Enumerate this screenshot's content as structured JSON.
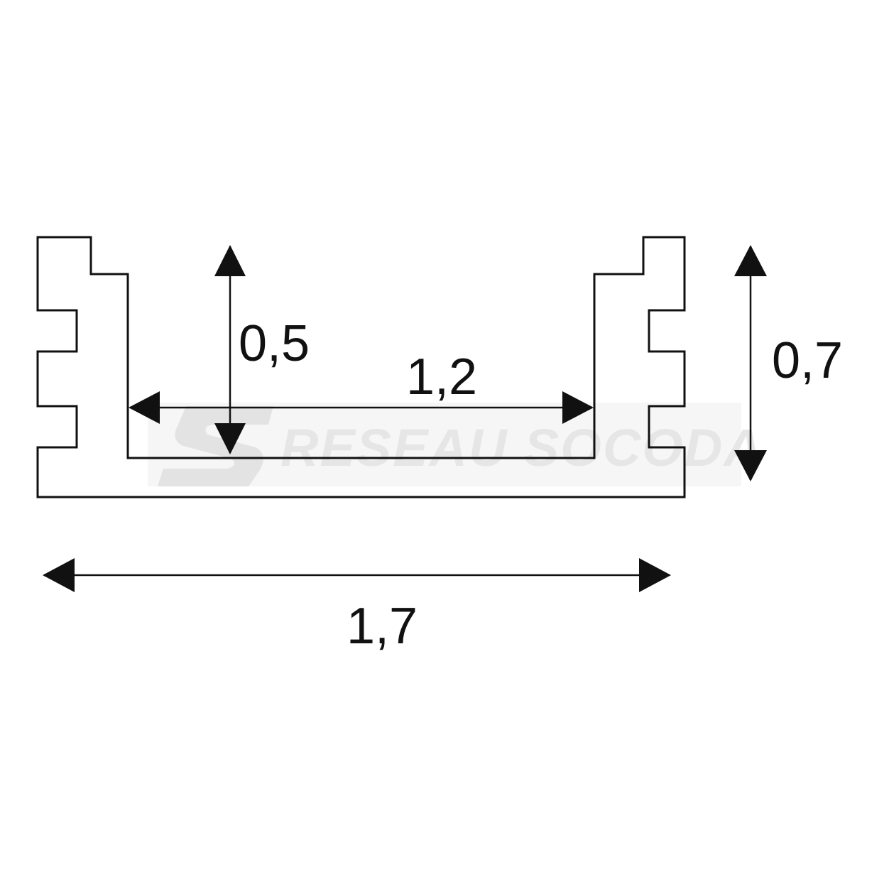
{
  "drawing": {
    "stroke_color": "#111111",
    "watermark_color": "#e6e6e6",
    "dimensions": {
      "inner_depth": "0,5",
      "inner_width": "1,2",
      "outer_height": "0,7",
      "outer_width": "1,7"
    },
    "watermark": {
      "text": "RESEAU SOCODA",
      "logo_letter": "S"
    }
  }
}
